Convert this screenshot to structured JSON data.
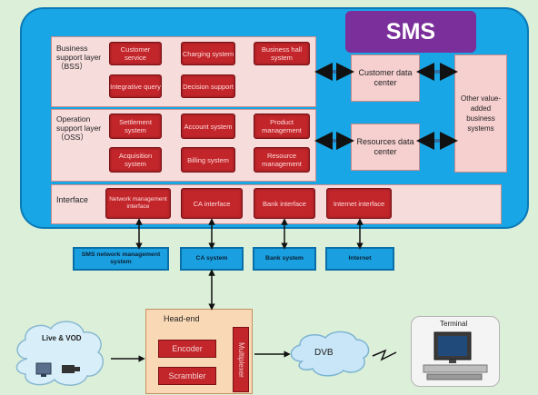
{
  "title": "SMS",
  "bss": {
    "label": "Business support layer （BSS）",
    "buttons": [
      "Customer service",
      "Charging system",
      "Business hall system",
      "Integrative query",
      "Decision support"
    ]
  },
  "oss": {
    "label": "Operation support layer （OSS）",
    "buttons": [
      "Settlement system",
      "Account system",
      "Product management",
      "Acquisition system",
      "Billing system",
      "Resource management"
    ]
  },
  "interface": {
    "label": "Interface",
    "buttons": [
      "Network management interface",
      "CA interface",
      "Bank interface",
      "Internet interface"
    ]
  },
  "data_centers": {
    "customer": "Customer data center",
    "resources": "Resources data center",
    "other": "Other value-added business systems"
  },
  "external": [
    "SMS network management system",
    "CA system",
    "Bank system",
    "Internet"
  ],
  "headend": {
    "label": "Head-end",
    "encoder": "Encoder",
    "scrambler": "Scrambler",
    "side": "Multiplexer"
  },
  "live_vod": "Live & VOD",
  "dvb": "DVB",
  "terminal": "Terminal",
  "colors": {
    "outer_blue": "#19a6e6",
    "sms_purple": "#7a2f9a",
    "button_red": "#c2262b",
    "panel_pink": "#f7dcdc"
  }
}
